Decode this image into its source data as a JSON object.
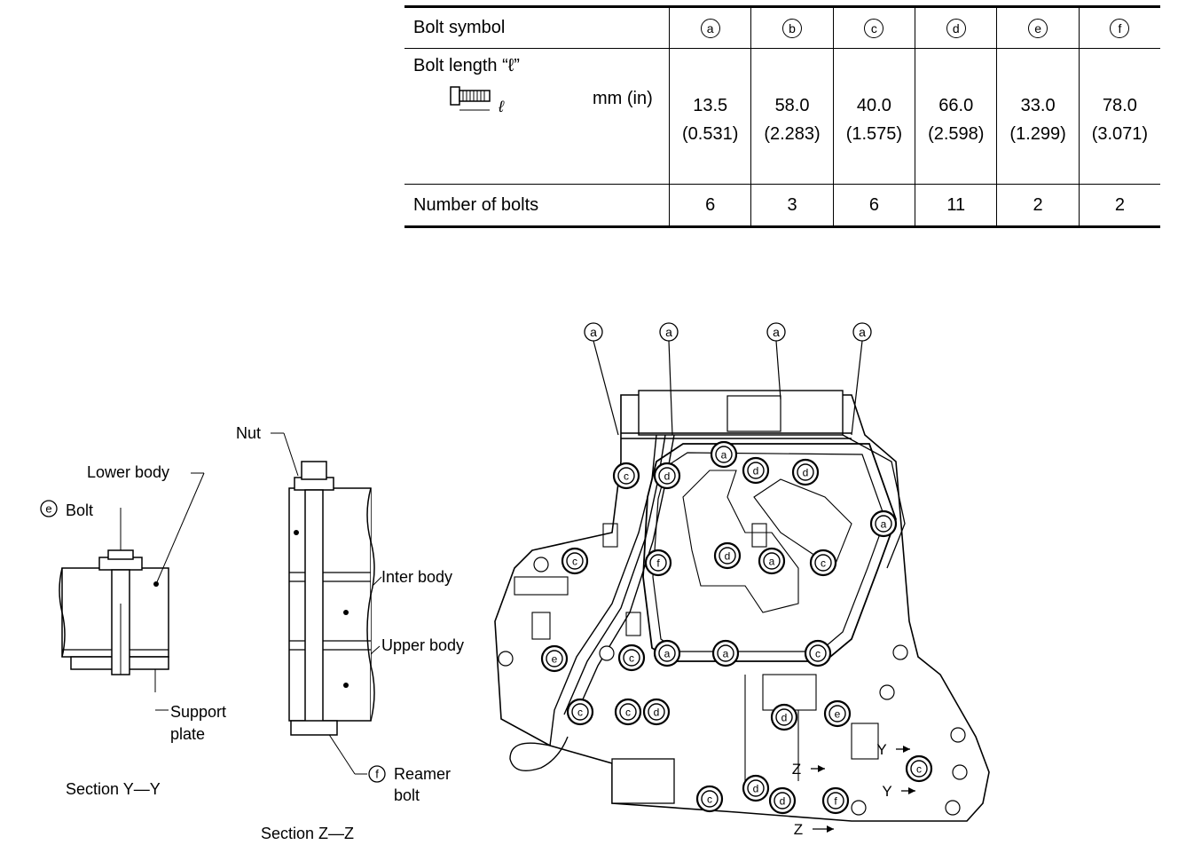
{
  "table": {
    "header_label": "Bolt symbol",
    "symbols": [
      "a",
      "b",
      "c",
      "d",
      "e",
      "f"
    ],
    "length_label": "Bolt length “ℓ”",
    "length_icon_label": "ℓ",
    "unit": "mm (in)",
    "lengths_mm": [
      "13.5",
      "58.0",
      "40.0",
      "66.0",
      "33.0",
      "78.0"
    ],
    "lengths_in": [
      "(0.531)",
      "(2.283)",
      "(1.575)",
      "(2.598)",
      "(1.299)",
      "(3.071)"
    ],
    "count_label": "Number of bolts",
    "counts": [
      "6",
      "3",
      "6",
      "11",
      "2",
      "2"
    ]
  },
  "section_yy": {
    "bolt_symbol": "e",
    "bolt_label": "Bolt",
    "lower_body": "Lower body",
    "support_plate_1": "Support",
    "support_plate_2": "plate",
    "caption": "Section Y—Y"
  },
  "section_zz": {
    "nut": "Nut",
    "inter_body": "Inter body",
    "upper_body": "Upper body",
    "reamer_symbol": "f",
    "reamer_1": "Reamer",
    "reamer_2": "bolt",
    "caption": "Section Z—Z"
  },
  "valve_body": {
    "top_callouts": [
      "a",
      "a",
      "a",
      "a"
    ],
    "section_marks": [
      "Y",
      "Y",
      "Z",
      "Z"
    ],
    "bolt_marks": [
      "c",
      "d",
      "a",
      "d",
      "d",
      "a",
      "c",
      "f",
      "d",
      "a",
      "c",
      "c",
      "e",
      "a",
      "a",
      "c",
      "c",
      "c",
      "d",
      "d",
      "e",
      "c",
      "d",
      "f",
      "c",
      "d"
    ]
  }
}
